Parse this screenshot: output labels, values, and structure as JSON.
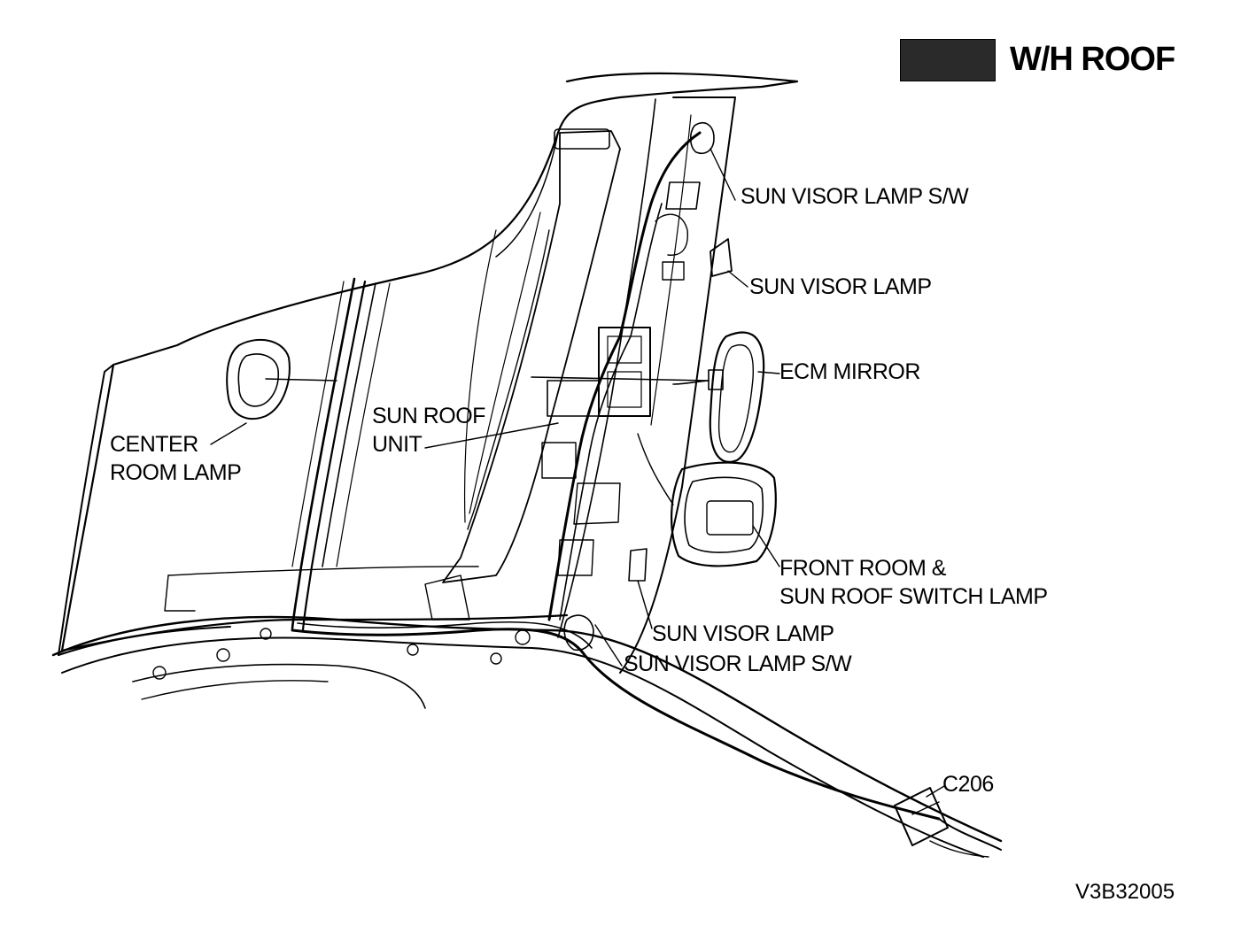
{
  "title": {
    "text": "W/H ROOF",
    "swatch_color": "#2a2a2a"
  },
  "labels": {
    "sun_visor_lamp_sw_upper": "SUN VISOR LAMP S/W",
    "sun_visor_lamp_upper": "SUN VISOR LAMP",
    "ecm_mirror": "ECM MIRROR",
    "sun_roof_unit_1": "SUN ROOF",
    "sun_roof_unit_2": "UNIT",
    "center_room_lamp_1": "CENTER",
    "center_room_lamp_2": "ROOM LAMP",
    "front_room_1": "FRONT ROOM &",
    "front_room_2": "SUN ROOF SWITCH LAMP",
    "sun_visor_lamp_lower": "SUN VISOR LAMP",
    "sun_visor_lamp_sw_lower": "SUN VISOR LAMP S/W",
    "connector": "C206"
  },
  "figure_id": "V3B32005",
  "colors": {
    "line": "#000000",
    "background": "#ffffff"
  }
}
